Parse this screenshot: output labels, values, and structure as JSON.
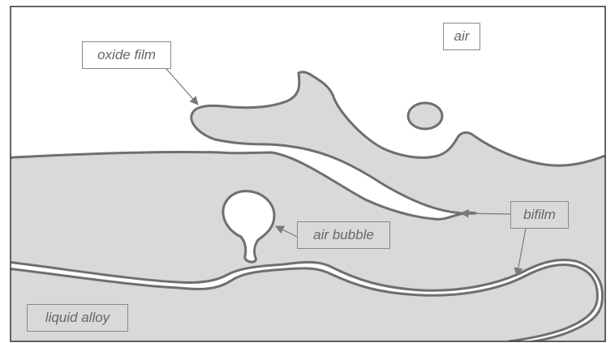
{
  "diagram": {
    "labels": {
      "oxide_film": "oxide film",
      "air": "air",
      "bifilm": "bifilm",
      "air_bubble": "air bubble",
      "liquid_alloy": "liquid alloy"
    },
    "colors": {
      "background": "#ffffff",
      "liquid": "#d9d9d9",
      "outline": "#6f6f6f",
      "arrow": "#7a7a7a",
      "label_border": "#8a8a8a",
      "label_text": "#666666"
    }
  }
}
